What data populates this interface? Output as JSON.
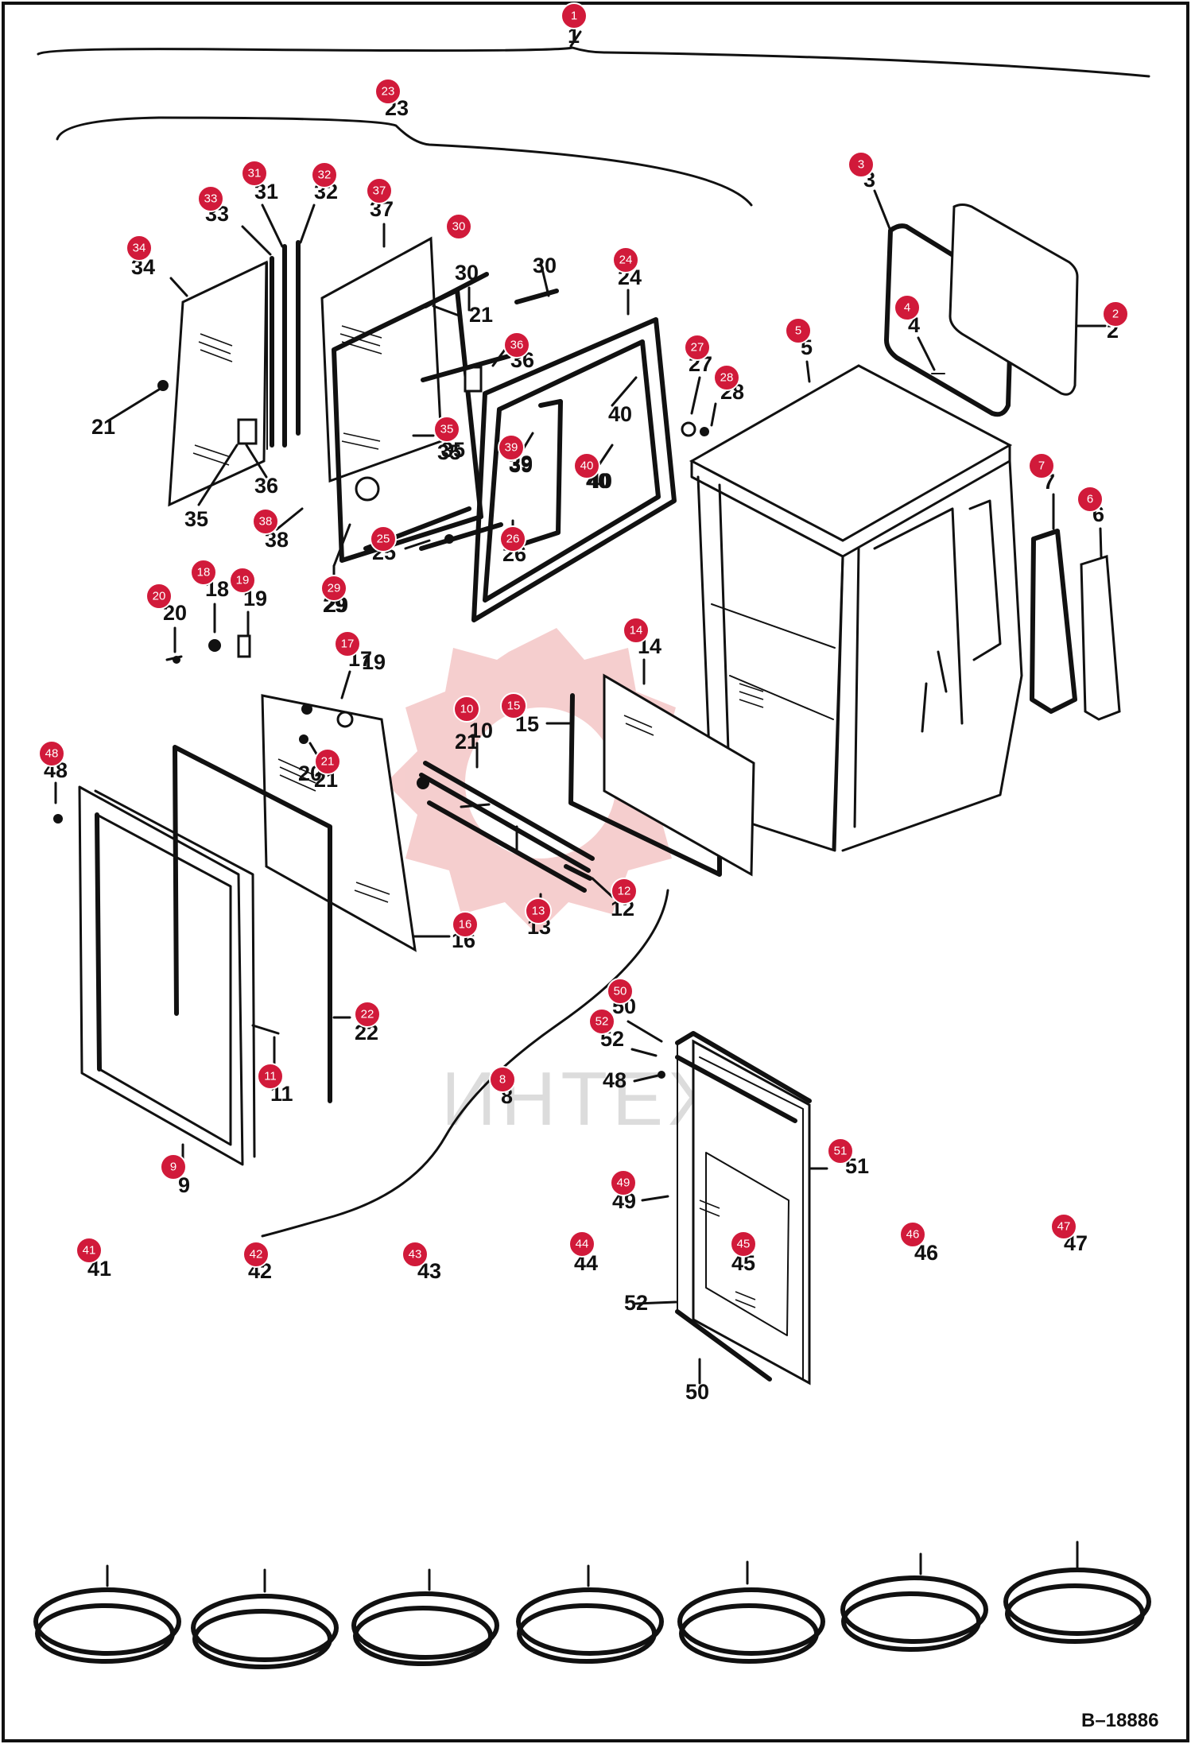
{
  "document": {
    "reference": "B–18886",
    "watermark": "ИНТЕХ"
  },
  "callouts": [
    {
      "id": "1"
    },
    {
      "id": "2"
    },
    {
      "id": "3"
    },
    {
      "id": "4"
    },
    {
      "id": "5"
    },
    {
      "id": "6"
    },
    {
      "id": "7"
    },
    {
      "id": "8"
    },
    {
      "id": "9"
    },
    {
      "id": "10"
    },
    {
      "id": "11"
    },
    {
      "id": "12"
    },
    {
      "id": "13"
    },
    {
      "id": "14"
    },
    {
      "id": "15"
    },
    {
      "id": "16"
    },
    {
      "id": "17"
    },
    {
      "id": "18"
    },
    {
      "id": "19"
    },
    {
      "id": "20"
    },
    {
      "id": "21"
    },
    {
      "id": "22"
    },
    {
      "id": "23"
    },
    {
      "id": "24"
    },
    {
      "id": "25"
    },
    {
      "id": "26"
    },
    {
      "id": "27"
    },
    {
      "id": "28"
    },
    {
      "id": "29"
    },
    {
      "id": "30"
    },
    {
      "id": "31"
    },
    {
      "id": "32"
    },
    {
      "id": "33"
    },
    {
      "id": "34"
    },
    {
      "id": "35"
    },
    {
      "id": "36"
    },
    {
      "id": "37"
    },
    {
      "id": "38"
    },
    {
      "id": "39"
    },
    {
      "id": "40"
    },
    {
      "id": "41"
    },
    {
      "id": "42"
    },
    {
      "id": "43"
    },
    {
      "id": "44"
    },
    {
      "id": "45"
    },
    {
      "id": "46"
    },
    {
      "id": "47"
    },
    {
      "id": "48"
    },
    {
      "id": "49"
    },
    {
      "id": "50"
    },
    {
      "id": "51"
    },
    {
      "id": "52"
    }
  ],
  "colors": {
    "badge": "#d11a3a",
    "line": "#111111",
    "watermark": "#f4c6c6"
  }
}
